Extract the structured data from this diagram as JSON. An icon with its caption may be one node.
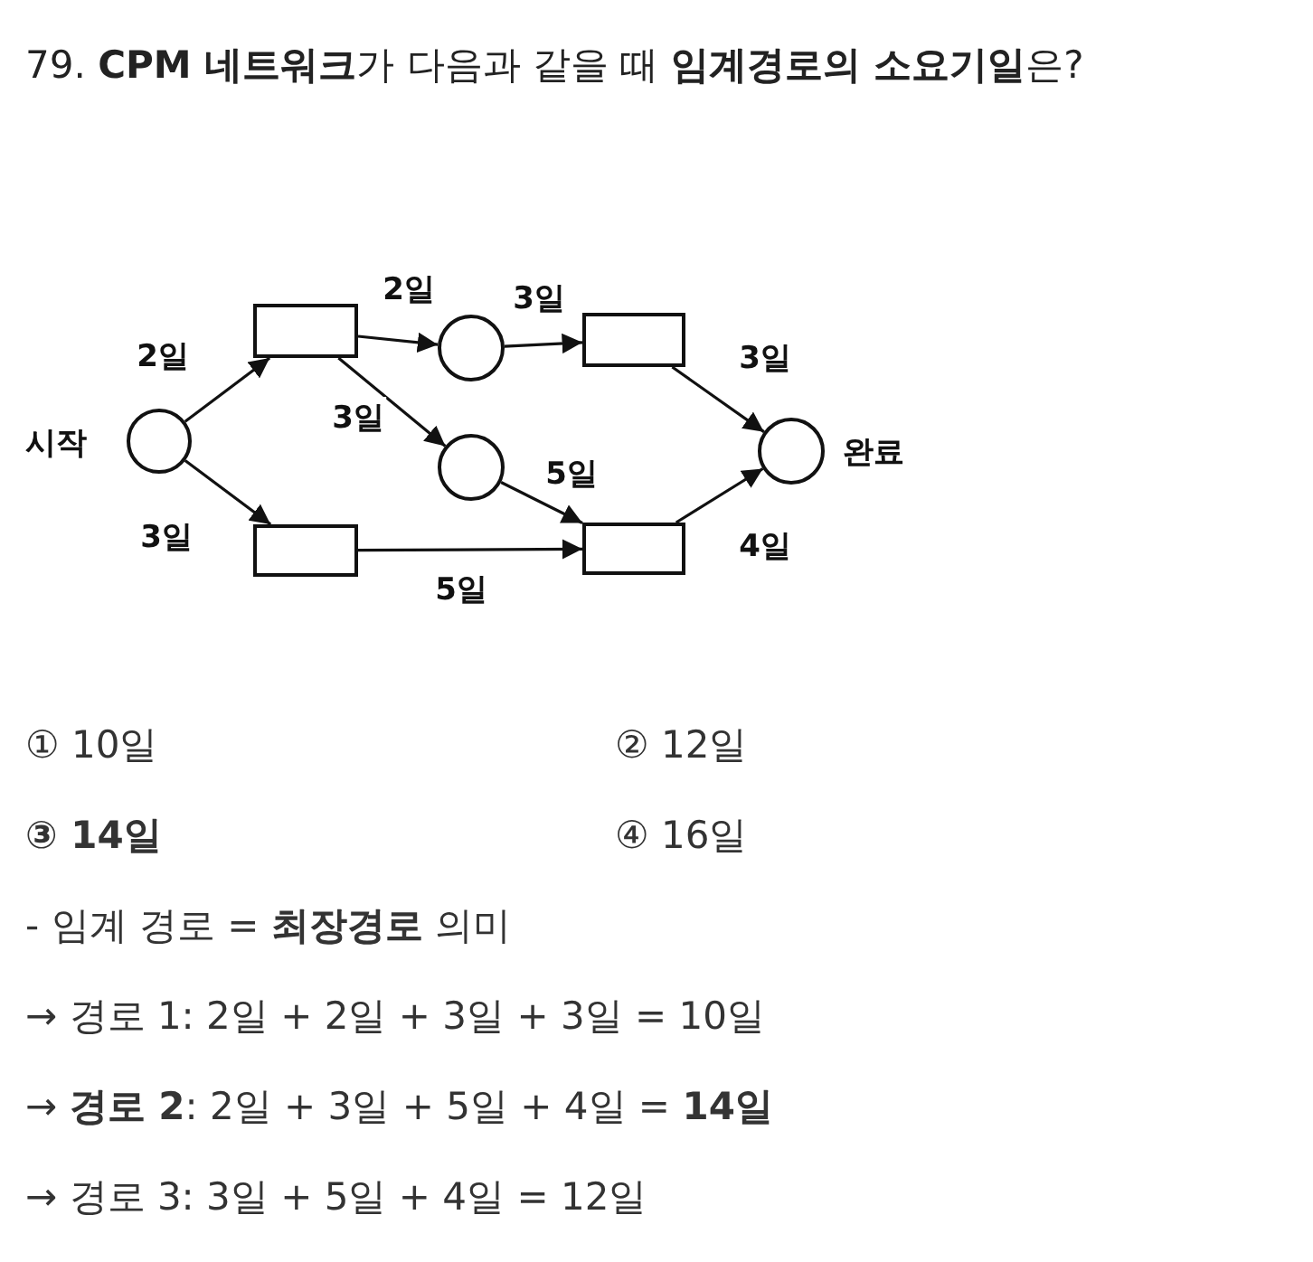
{
  "diagram": {
    "title": "79. **CPM 네트워크**가 다음과 같을 때 **임계경로의 소요기일**은?",
    "nodes": [
      {
        "text": [],
        "shape": "circle",
        "beside": [
          "시작"
        ]
      },
      {
        "text": [],
        "shape": "box"
      },
      {
        "text": [],
        "shape": "box"
      },
      {
        "text": [],
        "shape": "circle"
      },
      {
        "text": [],
        "shape": "circle"
      },
      {
        "text": [],
        "shape": "box"
      },
      {
        "text": [],
        "shape": "box"
      },
      {
        "text": [],
        "shape": "circle",
        "beside": [
          "완료"
        ]
      }
    ],
    "edges": [
      {
        "from": 0,
        "to": 1,
        "arrow": "to",
        "label": "2일"
      },
      {
        "from": 0,
        "to": 2,
        "arrow": "to",
        "label": "3일"
      },
      {
        "from": 1,
        "to": 3,
        "arrow": "to",
        "label": "2일"
      },
      {
        "from": 1,
        "to": 4,
        "arrow": "to",
        "label": "3일"
      },
      {
        "from": 3,
        "to": 5,
        "arrow": "to",
        "label": "3일"
      },
      {
        "from": 4,
        "to": 6,
        "arrow": "to",
        "label": "5일"
      },
      {
        "from": 2,
        "to": 6,
        "arrow": "to",
        "label": "5일"
      },
      {
        "from": 5,
        "to": 7,
        "arrow": "to",
        "label": "3일"
      },
      {
        "from": 6,
        "to": 7,
        "arrow": "to",
        "label": "4일"
      }
    ],
    "labels": [
      "① 10일",
      "② 12일",
      "③ 14일",
      "④ 16일",
      "- 임계 경로 = **최장경로** 의미",
      "→ 경로 1: 2일 + 2일 + 3일 + 3일 = 10일",
      "→ **경로 2**: 2일 + 3일 + 5일 + 4일 = **14일**",
      "→ 경로 3: 3일 + 5일 + 4일 = 12일"
    ]
  }
}
